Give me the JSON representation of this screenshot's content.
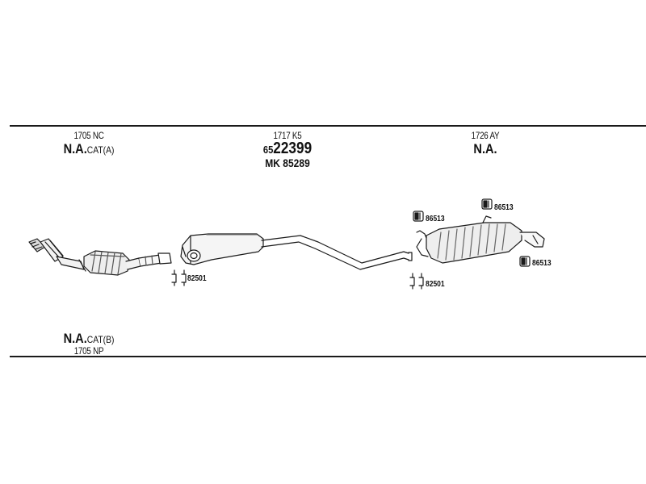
{
  "sections": [
    {
      "code": "1705 NC",
      "status": "N.A.",
      "status_suffix": "CAT(A)"
    },
    {
      "code": "1717 K5",
      "article_prefix": "65",
      "article_main": "22399",
      "mk": "MK 85289"
    },
    {
      "code": "1726 AY",
      "status": "N.A."
    }
  ],
  "bottom_label": {
    "status": "N.A.",
    "status_suffix": "CAT(B)",
    "code": "1705 NP"
  },
  "part_labels": {
    "clamp_left": "82501",
    "clamp_right": "82501",
    "mount_top_left": "86513",
    "mount_top_right": "86513",
    "mount_bottom_right": "86513"
  }
}
